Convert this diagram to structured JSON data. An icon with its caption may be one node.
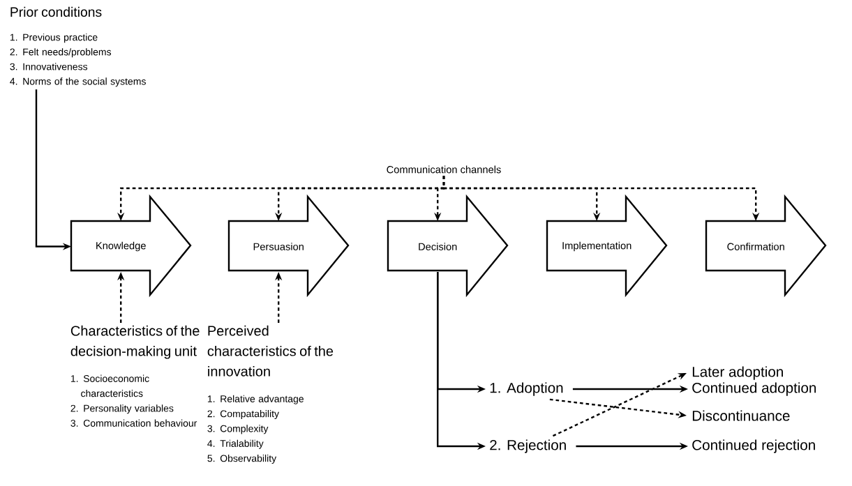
{
  "diagram": {
    "nodes": [
      {
        "text": [
          "Prior conditions",
          "1. Previous practice",
          "2. Felt needs/problems",
          "3. Innovativeness",
          "4. Norms of the social systems"
        ]
      },
      {
        "text": [
          "Communication channels"
        ]
      },
      {
        "text": [
          "Knowledge"
        ]
      },
      {
        "text": [
          "Persuasion"
        ]
      },
      {
        "text": [
          "Decision"
        ]
      },
      {
        "text": [
          "Implementation"
        ]
      },
      {
        "text": [
          "Confirmation"
        ]
      },
      {
        "text": [
          "Characteristics of the decision-making unit",
          "1. Socioeconomic characteristics",
          "2. Personality variables",
          "3. Communication behaviour"
        ]
      },
      {
        "text": [
          "Perceived characteristics of the innovation",
          "1. Relative advantage",
          "2. Compatability",
          "3. Complexity",
          "4. Trialability",
          "5. Observability"
        ]
      },
      {
        "text": [
          "1. Adoption"
        ]
      },
      {
        "text": [
          "2. Rejection"
        ]
      },
      {
        "text": [
          "Continued adoption"
        ]
      },
      {
        "text": [
          "Later adoption"
        ]
      },
      {
        "text": [
          "Discontinuance"
        ]
      },
      {
        "text": [
          "Continued rejection"
        ]
      }
    ],
    "edges": [
      {
        "from": 0,
        "to": 2,
        "arrow": "to"
      },
      {
        "from": 1,
        "to": 2,
        "arrow": "to",
        "style": "dashed"
      },
      {
        "from": 1,
        "to": 3,
        "arrow": "to",
        "style": "dashed"
      },
      {
        "from": 1,
        "to": 4,
        "arrow": "to",
        "style": "dashed"
      },
      {
        "from": 1,
        "to": 5,
        "arrow": "to",
        "style": "dashed"
      },
      {
        "from": 1,
        "to": 6,
        "arrow": "to",
        "style": "dashed"
      },
      {
        "from": 7,
        "to": 2,
        "arrow": "to",
        "style": "dashed"
      },
      {
        "from": 8,
        "to": 3,
        "arrow": "to",
        "style": "dashed"
      },
      {
        "from": 4,
        "to": 9,
        "arrow": "to"
      },
      {
        "from": 4,
        "to": 10,
        "arrow": "to"
      },
      {
        "from": 9,
        "to": 11,
        "arrow": "to"
      },
      {
        "from": 10,
        "to": 14,
        "arrow": "to"
      },
      {
        "from": 9,
        "to": 13,
        "arrow": "to",
        "style": "dashed"
      },
      {
        "from": 10,
        "to": 12,
        "arrow": "to",
        "style": "dashed"
      }
    ]
  }
}
